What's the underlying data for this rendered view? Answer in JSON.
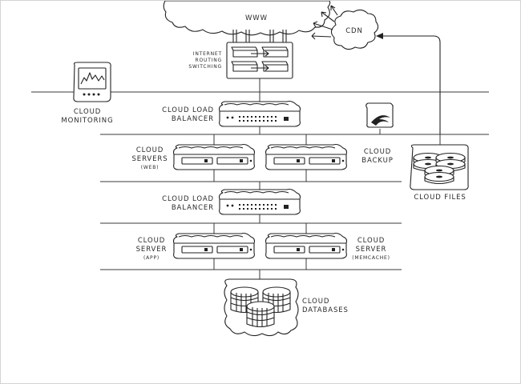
{
  "labels": {
    "www": "WWW",
    "cdn": "CDN",
    "routing": [
      "INTERNET",
      "ROUTING",
      "SWITCHING"
    ],
    "monitoring": [
      "CLOUD",
      "MONITORING"
    ],
    "lb_top": [
      "CLOUD LOAD",
      "BALANCER"
    ],
    "lb_mid": [
      "CLOUD LOAD",
      "BALANCER"
    ],
    "web_servers": [
      "CLOUD",
      "SERVERS"
    ],
    "web_servers_sub": "(WEB)",
    "backup": [
      "CLOUD",
      "BACKUP"
    ],
    "files": "CLOUD FILES",
    "app_server": [
      "CLOUD",
      "SERVER"
    ],
    "app_server_sub": "(APP)",
    "memcache_server": [
      "CLOUD",
      "SERVER"
    ],
    "memcache_server_sub": "(MEMCACHE)",
    "databases": [
      "CLOUD",
      "DATABASES"
    ]
  }
}
